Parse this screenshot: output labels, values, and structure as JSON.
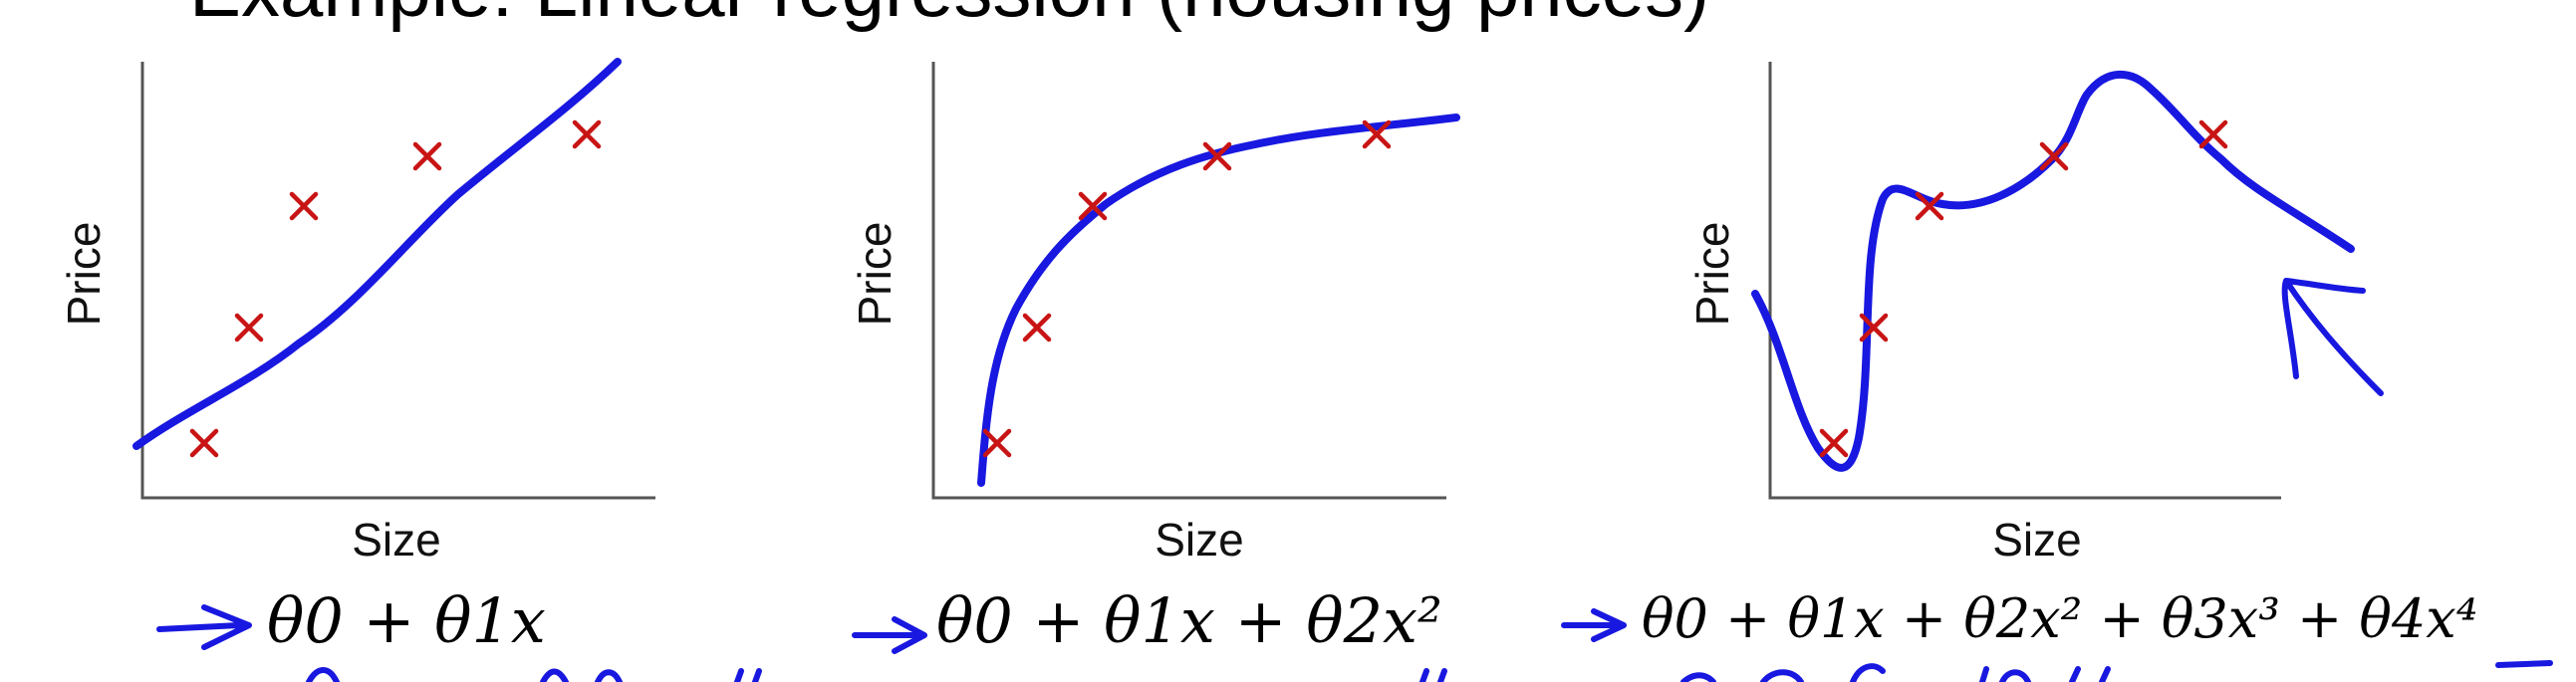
{
  "slide": {
    "title": "Example: Linear regression (housing prices)"
  },
  "colors": {
    "axis": "#555555",
    "curve": "#1818e0",
    "marker": "#c81414",
    "text": "#000000"
  },
  "panels": [
    {
      "ylabel": "Price",
      "xlabel": "Size",
      "fit": "linear",
      "formula": "θ0 + θ1x"
    },
    {
      "ylabel": "Price",
      "xlabel": "Size",
      "fit": "quadratic",
      "formula": "θ0 + θ1x + θ2x²"
    },
    {
      "ylabel": "Price",
      "xlabel": "Size",
      "fit": "quartic",
      "formula": "θ0 + θ1x + θ2x² + θ3x³ + θ4x⁴"
    }
  ],
  "handwriting": {
    "arrow_marks": "blue ink arrows pointing to each formula"
  }
}
